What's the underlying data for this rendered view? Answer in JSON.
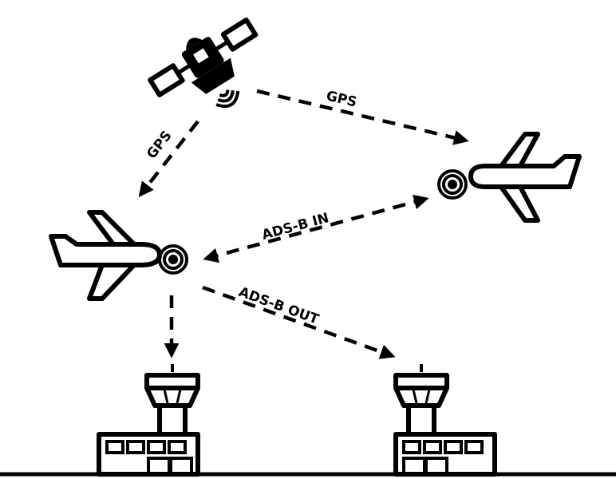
{
  "labels": {
    "gps_right": "GPS",
    "gps_left": "GPS",
    "adsb_in": "ADS-B IN",
    "adsb_out": "ADS-B OUT"
  },
  "icons": [
    "satellite-icon",
    "airplane-icon",
    "antenna-icon",
    "control-tower-icon"
  ],
  "colors": {
    "ink": "#000000",
    "background": "#ffffff"
  }
}
